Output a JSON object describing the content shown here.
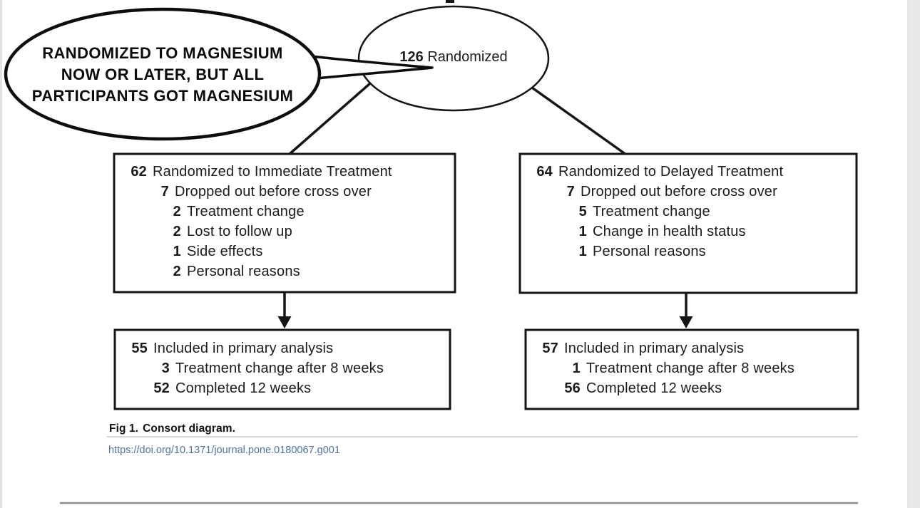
{
  "annotation": {
    "lines": [
      "RANDOMIZED TO MAGNESIUM",
      "NOW OR LATER, BUT ALL",
      "PARTICIPANTS GOT MAGNESIUM"
    ]
  },
  "nodes": {
    "randomized": {
      "num": "126",
      "label": "Randomized"
    }
  },
  "boxes": {
    "immediate": {
      "lines": [
        {
          "num": "62",
          "text": "Randomized to Immediate Treatment",
          "indent": 0
        },
        {
          "num": "7",
          "text": "Dropped out before cross over",
          "indent": 1
        },
        {
          "num": "2",
          "text": "Treatment change",
          "indent": 2
        },
        {
          "num": "2",
          "text": "Lost to follow up",
          "indent": 2
        },
        {
          "num": "1",
          "text": "Side effects",
          "indent": 2
        },
        {
          "num": "2",
          "text": "Personal reasons",
          "indent": 2
        }
      ]
    },
    "delayed": {
      "lines": [
        {
          "num": "64",
          "text": "Randomized to Delayed Treatment",
          "indent": 0
        },
        {
          "num": "7",
          "text": "Dropped out before cross over",
          "indent": 1
        },
        {
          "num": "5",
          "text": "Treatment change",
          "indent": 2
        },
        {
          "num": "1",
          "text": "Change in health status",
          "indent": 2
        },
        {
          "num": "1",
          "text": "Personal reasons",
          "indent": 2
        }
      ]
    },
    "immediate_analysis": {
      "lines": [
        {
          "num": "55",
          "text": "Included in primary analysis",
          "indent": 0
        },
        {
          "num": "3",
          "text": "Treatment change after 8 weeks",
          "indent": 1
        },
        {
          "num": "52",
          "text": "Completed 12 weeks",
          "indent": 1
        }
      ]
    },
    "delayed_analysis": {
      "lines": [
        {
          "num": "57",
          "text": "Included in primary analysis",
          "indent": 0
        },
        {
          "num": "1",
          "text": "Treatment change after 8 weeks",
          "indent": 1
        },
        {
          "num": "56",
          "text": "Completed 12 weeks",
          "indent": 1
        }
      ]
    }
  },
  "caption": {
    "fig": "Fig 1.",
    "text": "Consort diagram."
  },
  "link": {
    "text": "https://doi.org/10.1371/journal.pone.0180067.g001"
  },
  "colors": {
    "diagram_stroke": "#151515",
    "bubble_stroke": "#0d0d0d",
    "link": "#4f73a3",
    "caption_rule": "#c6c6c6",
    "bottom_rule": "#8b8b8b",
    "side_strip": "#e9e9e9",
    "left_edge": "#dcdcdc"
  }
}
